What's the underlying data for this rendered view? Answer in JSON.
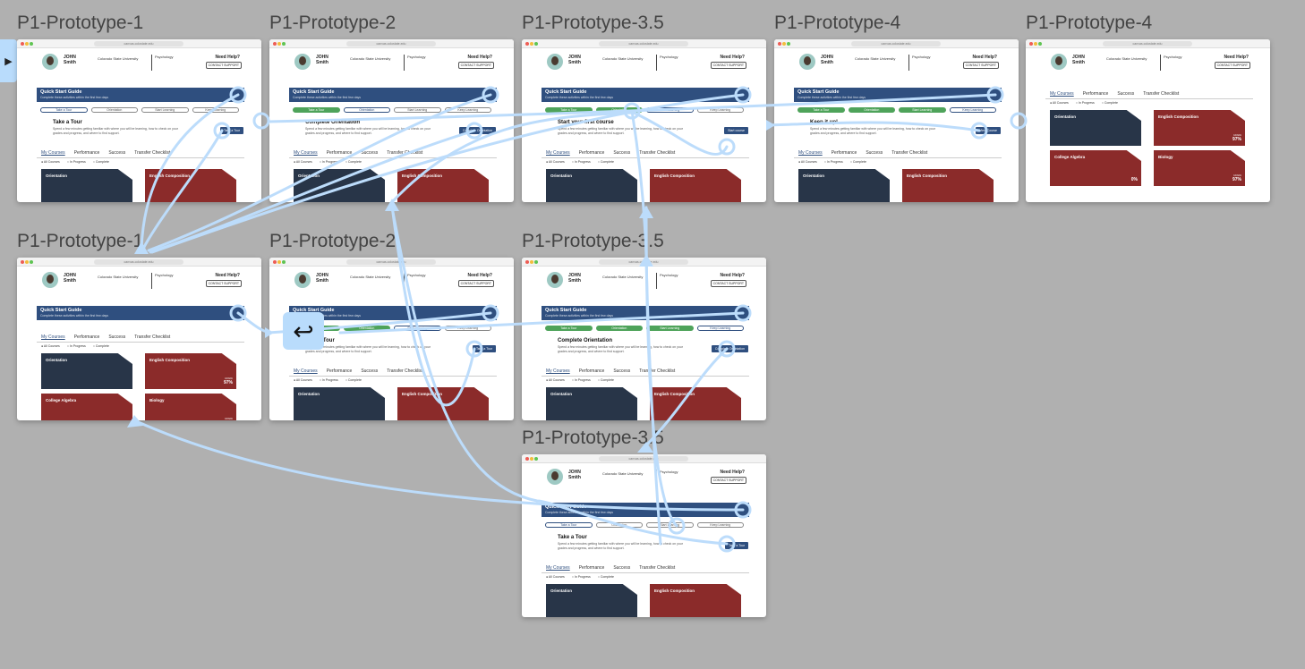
{
  "colors": {
    "canvas": "#b0b0b0",
    "banner": "#2f4f7f",
    "step_done": "#4ea35a",
    "card_navy": "#283548",
    "card_red": "#8b2b2a",
    "connector": "#bcdcfb"
  },
  "icons": {
    "back": "reply-arrow-icon",
    "flow_start": "play-triangle-icon"
  },
  "frames": [
    {
      "title": "P1-Prototype-1",
      "task": "Take a Tour",
      "cta": "Take a Tour",
      "variant": "steps"
    },
    {
      "title": "P1-Prototype-2",
      "task": "Complete Orientation",
      "cta": "Complete Orientation",
      "variant": "steps"
    },
    {
      "title": "P1-Prototype-3.5",
      "task": "Start your first course",
      "cta": "Start course",
      "variant": "steps"
    },
    {
      "title": "P1-Prototype-4",
      "task": "Keep it up!",
      "cta": "View Course",
      "variant": "steps"
    },
    {
      "title": "P1-Prototype-4",
      "task": "",
      "cta": "",
      "variant": "grid"
    },
    {
      "title": "P1-Prototype-1",
      "task": "",
      "cta": "",
      "variant": "collapsed"
    },
    {
      "title": "P1-Prototype-2",
      "task": "Take a Tour",
      "cta": "Take a Tour",
      "variant": "steps"
    },
    {
      "title": "P1-Prototype-3.5",
      "task": "Complete Orientation",
      "cta": "Complete Orientation",
      "variant": "steps"
    },
    {
      "title": "P1-Prototype-3.5",
      "task": "Take a Tour",
      "cta": "Take a Tour",
      "variant": "steps"
    }
  ],
  "shared": {
    "url": "canvas.colostate.edu",
    "student_first": "JOHN",
    "student_last": "Smith",
    "school": "Colorado State University",
    "major": "Psychology",
    "need_help": "Need Help?",
    "support": "CONTACT SUPPORT",
    "qs_title": "Quick Start Guide",
    "qs_sub": "Complete these activities within the first few days",
    "steps": [
      "Take a Tour",
      "Orientation",
      "Start Learning",
      "Keep Learning"
    ],
    "course_tabs": [
      "My Courses",
      "Performance",
      "Success",
      "Transfer Checklist"
    ],
    "filters": [
      "All Courses",
      "In Progress",
      "Complete"
    ],
    "courses": [
      "Orientation",
      "English Composition",
      "College Algebra",
      "Biology"
    ],
    "task_desc": "Spend a few minutes getting familiar with where you will be learning, how to check on your grades and progress, and where to find support.",
    "grade_label": "GRADE",
    "grade_value": "97%",
    "zero": "0%",
    "complete": "COMPLETE"
  }
}
